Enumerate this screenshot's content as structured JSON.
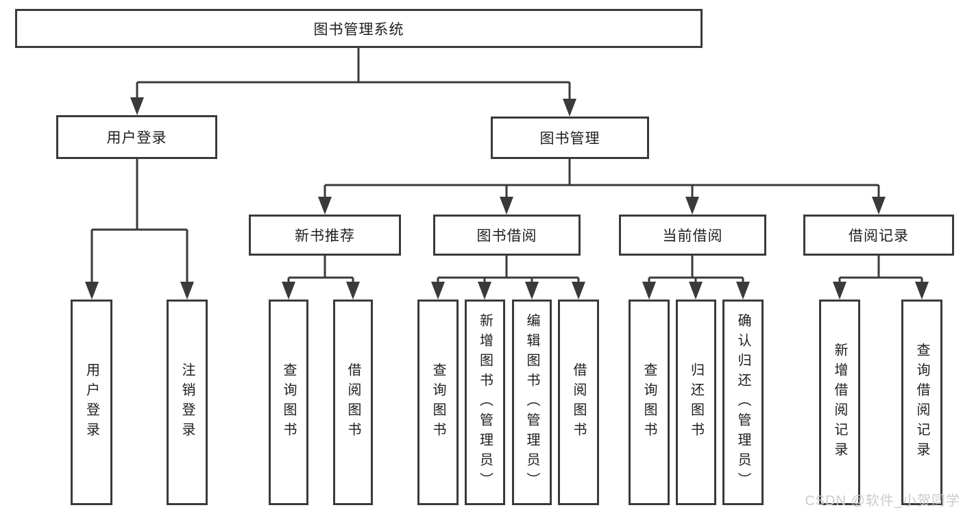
{
  "diagram": {
    "title_node": {
      "label": "图书管理系统"
    },
    "level2": [
      {
        "label": "用户登录"
      },
      {
        "label": "图书管理"
      }
    ],
    "level3": [
      {
        "label": "新书推荐"
      },
      {
        "label": "图书借阅"
      },
      {
        "label": "当前借阅"
      },
      {
        "label": "借阅记录"
      }
    ],
    "leaves": [
      {
        "label": "用户登录"
      },
      {
        "label": "注销登录"
      },
      {
        "label": "查询图书"
      },
      {
        "label": "借阅图书"
      },
      {
        "label": "查询图书"
      },
      {
        "label": "新增图书（管理员）"
      },
      {
        "label": "编辑图书（管理员）"
      },
      {
        "label": "借阅图书"
      },
      {
        "label": "查询图书"
      },
      {
        "label": "归还图书"
      },
      {
        "label": "确认归还（管理员）"
      },
      {
        "label": "新增借阅记录"
      },
      {
        "label": "查询借阅记录"
      }
    ],
    "watermark": "CSDN @软件_小贺同学",
    "colors": {
      "line": "#3a3a3a",
      "text": "#1e1e1e",
      "watermark": "#cbcbcb",
      "background": "#ffffff"
    }
  }
}
